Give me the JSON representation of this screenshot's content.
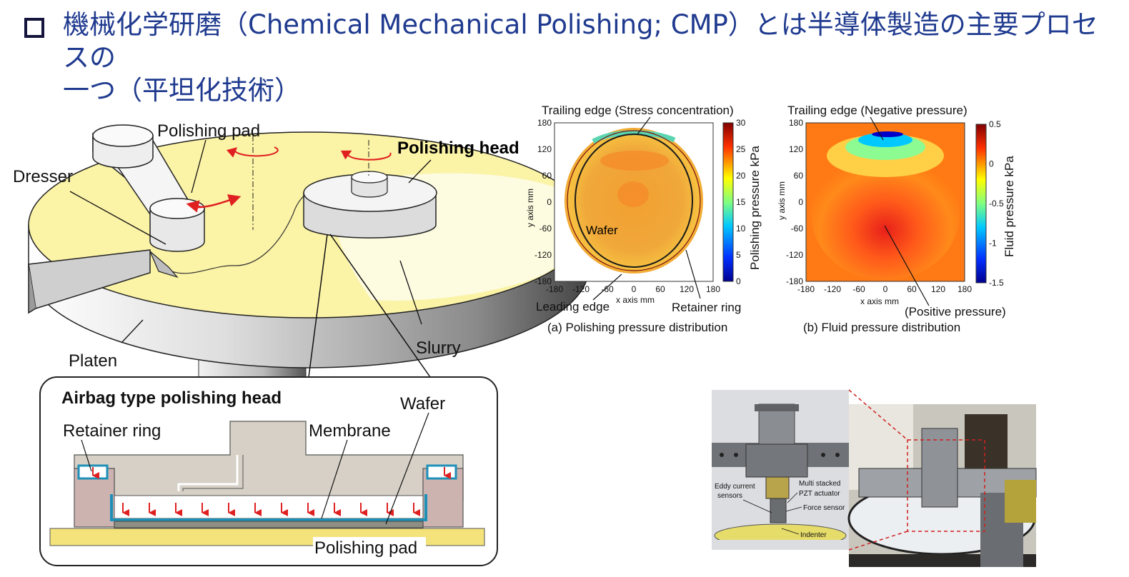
{
  "title": {
    "line1": "機械化学研磨（Chemical Mechanical Polishing; CMP）とは半導体製造の主要プロセスの",
    "line2": "一つ（平坦化技術）"
  },
  "machine": {
    "polishing_pad": "Polishing pad",
    "polishing_head": "Polishing head",
    "dresser": "Dresser",
    "platen": "Platen",
    "slurry": "Slurry"
  },
  "airbag": {
    "title": "Airbag type polishing head",
    "retainer_ring": "Retainer ring",
    "membrane": "Membrane",
    "wafer": "Wafer",
    "polishing_pad": "Polishing pad"
  },
  "plot_a": {
    "top_annotation": "Trailing edge (Stress concentration)",
    "wafer_label": "Wafer",
    "leading_edge": "Leading edge",
    "retainer_ring": "Retainer ring",
    "xlabel": "x axis  mm",
    "ylabel": "y axis  mm",
    "colorbar_label": "Polishing pressure  kPa",
    "caption": "(a) Polishing pressure distribution",
    "ticks": [
      "-180",
      "-120",
      "-60",
      "0",
      "60",
      "120",
      "180"
    ],
    "yticks": [
      "180",
      "120",
      "60",
      "0",
      "-60",
      "-120",
      "-180"
    ],
    "cbar_ticks": [
      "30",
      "25",
      "20",
      "15",
      "10",
      "5",
      "0"
    ]
  },
  "plot_b": {
    "top_annotation": "Trailing edge (Negative pressure)",
    "bottom_annotation": "(Positive pressure)",
    "xlabel": "x axis   mm",
    "ylabel": "y axis  mm",
    "colorbar_label": "Fluid pressure  kPa",
    "caption": "(b) Fluid pressure distribution",
    "ticks": [
      "-180",
      "-120",
      "-60",
      "0",
      "60",
      "120",
      "180"
    ],
    "yticks": [
      "180",
      "120",
      "60",
      "0",
      "-60",
      "-120",
      "-180"
    ],
    "cbar_ticks": [
      "0.5",
      "0",
      "-0.5",
      "-1",
      "-1.5"
    ]
  },
  "photo": {
    "eddy": [
      "Eddy current",
      "sensors"
    ],
    "pzt": [
      "Multi stacked",
      "PZT actuator"
    ],
    "force": "Force sensor",
    "indenter": "Indenter"
  },
  "colors": {
    "title": "#1f3a8f",
    "pad_yellow": "#fbf3a6",
    "arrow_red": "#e02020",
    "membrane_blue": "#1e90b8"
  }
}
